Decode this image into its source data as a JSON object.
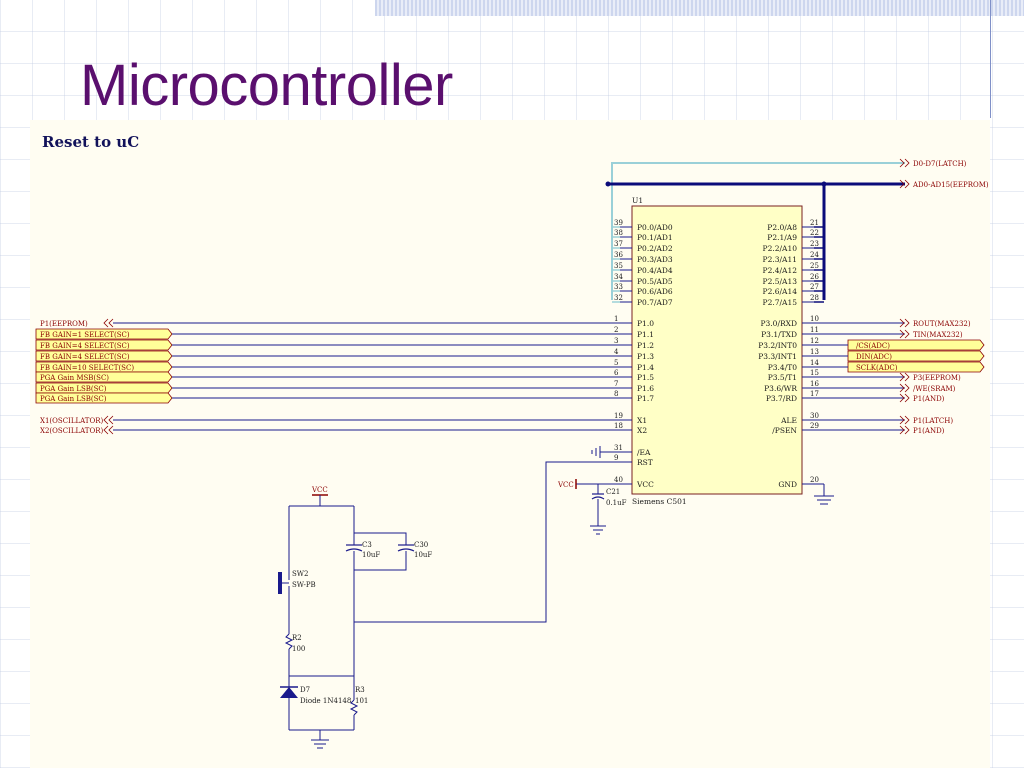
{
  "slide": {
    "title": "Microcontroller"
  },
  "schematic": {
    "heading": "Reset to uC",
    "chip": {
      "designator": "U1",
      "part": "Siemens C501",
      "left_pins": [
        {
          "num": "39",
          "name": "P0.0/AD0"
        },
        {
          "num": "38",
          "name": "P0.1/AD1"
        },
        {
          "num": "37",
          "name": "P0.2/AD2"
        },
        {
          "num": "36",
          "name": "P0.3/AD3"
        },
        {
          "num": "35",
          "name": "P0.4/AD4"
        },
        {
          "num": "34",
          "name": "P0.5/AD5"
        },
        {
          "num": "33",
          "name": "P0.6/AD6"
        },
        {
          "num": "32",
          "name": "P0.7/AD7"
        },
        {
          "num": "1",
          "name": "P1.0"
        },
        {
          "num": "2",
          "name": "P1.1"
        },
        {
          "num": "3",
          "name": "P1.2"
        },
        {
          "num": "4",
          "name": "P1.3"
        },
        {
          "num": "5",
          "name": "P1.4"
        },
        {
          "num": "6",
          "name": "P1.5"
        },
        {
          "num": "7",
          "name": "P1.6"
        },
        {
          "num": "8",
          "name": "P1.7"
        },
        {
          "num": "19",
          "name": "X1"
        },
        {
          "num": "18",
          "name": "X2"
        },
        {
          "num": "31",
          "name": "/EA"
        },
        {
          "num": "9",
          "name": "RST"
        },
        {
          "num": "40",
          "name": "VCC"
        }
      ],
      "right_pins": [
        {
          "num": "21",
          "name": "P2.0/A8"
        },
        {
          "num": "22",
          "name": "P2.1/A9"
        },
        {
          "num": "23",
          "name": "P2.2/A10"
        },
        {
          "num": "24",
          "name": "P2.3/A11"
        },
        {
          "num": "25",
          "name": "P2.4/A12"
        },
        {
          "num": "26",
          "name": "P2.5/A13"
        },
        {
          "num": "27",
          "name": "P2.6/A14"
        },
        {
          "num": "28",
          "name": "P2.7/A15"
        },
        {
          "num": "10",
          "name": "P3.0/RXD"
        },
        {
          "num": "11",
          "name": "P3.1/TXD"
        },
        {
          "num": "12",
          "name": "P3.2/INT0"
        },
        {
          "num": "13",
          "name": "P3.3/INT1"
        },
        {
          "num": "14",
          "name": "P3.4/T0"
        },
        {
          "num": "15",
          "name": "P3.5/T1"
        },
        {
          "num": "16",
          "name": "P3.6/WR"
        },
        {
          "num": "17",
          "name": "P3.7/RD"
        },
        {
          "num": "30",
          "name": "ALE"
        },
        {
          "num": "29",
          "name": "/PSEN"
        },
        {
          "num": "20",
          "name": "GND"
        }
      ]
    },
    "left_ports": [
      "P1(EEPROM)",
      "FB GAIN=1 SELECT(SC)",
      "FB GAIN=4 SELECT(SC)",
      "FB GAIN=4 SELECT(SC)",
      "FB GAIN=10 SELECT(SC)",
      "PGA Gain MSB(SC)",
      "PGA Gain LSB(SC)",
      "PGA Gain LSB(SC)",
      "X1(OSCILLATOR)",
      "X2(OSCILLATOR)"
    ],
    "right_ports": [
      "D0-D7(LATCH)",
      "AD0-AD15(EEPROM)",
      "ROUT(MAX232)",
      "TIN(MAX232)",
      "/CS(ADC)",
      "DIN(ADC)",
      "SCLK(ADC)",
      "P3(EEPROM)",
      "/WE(SRAM)",
      "P1(AND)",
      "P1(LATCH)",
      "P1(AND)"
    ],
    "power": {
      "vcc_top": "VCC",
      "vcc_chip": "VCC"
    },
    "components": {
      "c21": {
        "ref": "C21",
        "value": "0.1uF"
      },
      "c3": {
        "ref": "C3",
        "value": "10uF"
      },
      "c30": {
        "ref": "C30",
        "value": "10uF"
      },
      "sw2": {
        "ref": "SW2",
        "value": "SW-PB"
      },
      "r2": {
        "ref": "R2",
        "value": "100"
      },
      "d7": {
        "ref": "D7",
        "value": "Diode 1N4148"
      },
      "r3": {
        "ref": "R3",
        "value": "101"
      }
    },
    "colors": {
      "bus": "#0b0b7a",
      "wire": "#1a1a8c",
      "chip_fill": "#ffffc6",
      "port_fill": "#ffff99",
      "title": "#5a0f6e"
    }
  }
}
